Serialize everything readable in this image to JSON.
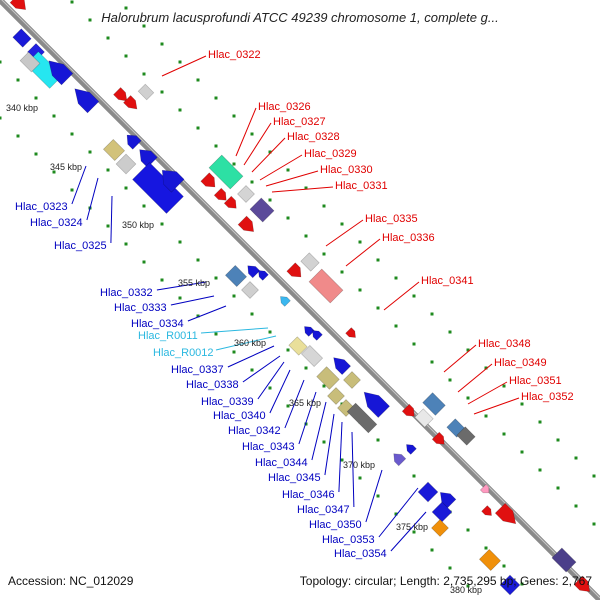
{
  "title": "Halorubrum lacusprofundi ATCC 49239 chromosome 1, complete g...",
  "footer": {
    "accession": "Accession: NC_012029",
    "summary": "Topology: circular; Length: 2,735,295 bp; Genes: 2,767"
  },
  "colors": {
    "forward_label": "#e00000",
    "reverse_label": "#0000c0",
    "rna_label": "#2bb8e0",
    "backbone": "#8a8a8a",
    "tick_dots": "#1e8a1e"
  },
  "ruler": [
    "340 kbp",
    "345 kbp",
    "350 kbp",
    "355 kbp",
    "360 kbp",
    "365 kbp",
    "370 kbp",
    "375 kbp",
    "380 kbp"
  ],
  "genes_forward": [
    "Hlac_0322",
    "Hlac_0326",
    "Hlac_0327",
    "Hlac_0328",
    "Hlac_0329",
    "Hlac_0330",
    "Hlac_0331",
    "Hlac_0335",
    "Hlac_0336",
    "Hlac_0341",
    "Hlac_0348",
    "Hlac_0349",
    "Hlac_0351",
    "Hlac_0352"
  ],
  "genes_reverse": [
    "Hlac_0323",
    "Hlac_0324",
    "Hlac_0325",
    "Hlac_0332",
    "Hlac_0333",
    "Hlac_0334",
    "Hlac_0337",
    "Hlac_0338",
    "Hlac_0339",
    "Hlac_0340",
    "Hlac_0342",
    "Hlac_0343",
    "Hlac_0344",
    "Hlac_0345",
    "Hlac_0346",
    "Hlac_0347",
    "Hlac_0350",
    "Hlac_0353",
    "Hlac_0354"
  ],
  "genes_rna": [
    "Hlac_R0011",
    "Hlac_R0012"
  ]
}
